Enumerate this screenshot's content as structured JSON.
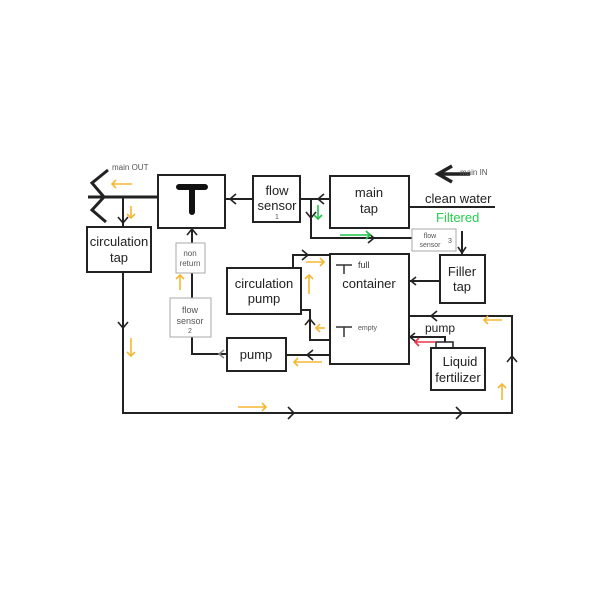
{
  "labels": {
    "main_out": "main OUT",
    "main_in": "main IN",
    "clean_water": "clean water",
    "filtered": "Filtered",
    "flow_sensor_1": [
      "flow",
      "sensor",
      "1"
    ],
    "main_tap": [
      "main",
      "tap"
    ],
    "circulation_tap": [
      "circulation",
      "tap"
    ],
    "non_return": [
      "non",
      "return"
    ],
    "flow_sensor_2": [
      "flow",
      "sensor",
      "2"
    ],
    "flow_sensor_3": [
      "flow",
      "sensor",
      "3"
    ],
    "circulation_pump": [
      "circulation",
      "pump"
    ],
    "container": "container",
    "full": "full",
    "empty": "empty",
    "filler_tap": [
      "Filler",
      "tap"
    ],
    "pump": "pump",
    "fertilizer_pump": "pump",
    "liquid_fertilizer": [
      "Liquid",
      "fertilizer"
    ]
  },
  "colors": {
    "flow_arrow": "#f5b731",
    "filtered": "#22c24a",
    "fertilizer_arrow": "#e8334a"
  }
}
